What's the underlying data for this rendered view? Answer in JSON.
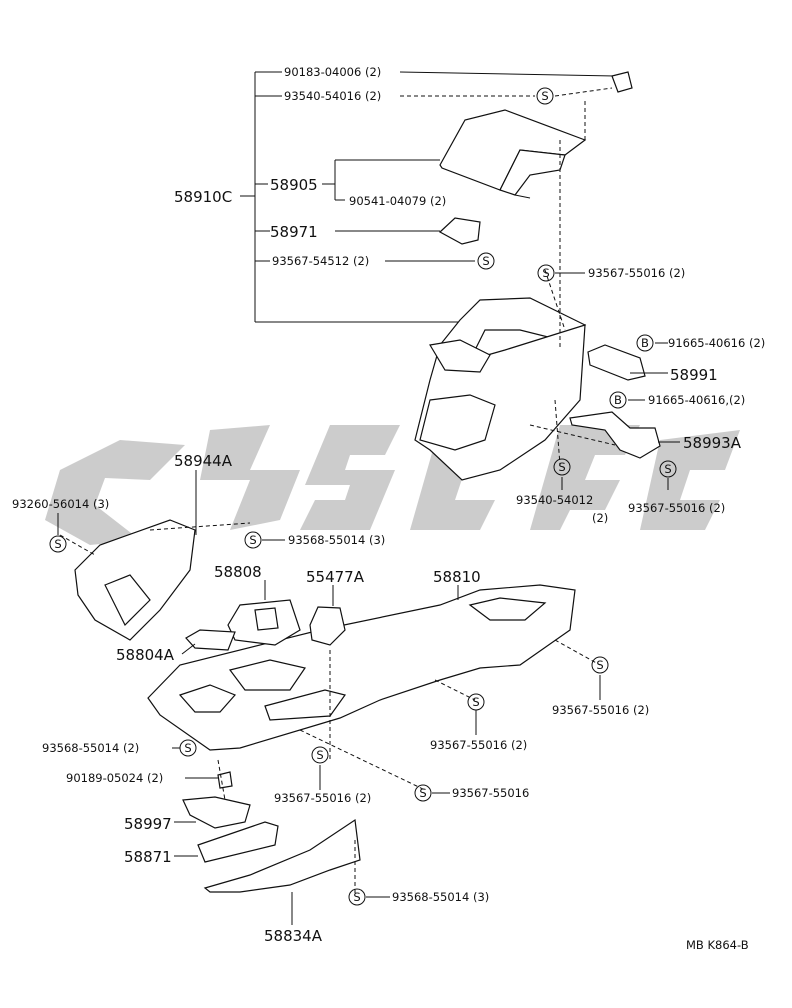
{
  "diagram": {
    "code": "MB  K864-B",
    "watermark_symbol": "stylized-logo-watermark",
    "labels": {
      "p58910C": "58910C",
      "p58905": "58905",
      "p58971": "58971",
      "p58991": "58991",
      "p58993A": "58993A",
      "p58944A": "58944A",
      "p58808": "58808",
      "p55477A": "55477A",
      "p58810": "58810",
      "p58804A": "58804A",
      "p58997": "58997",
      "p58871": "58871",
      "p58834A": "58834A",
      "b9018304006": "90183-04006 (2)",
      "b9354054016": "93540-54016 (2)",
      "b9054104079": "90541-04079 (2)",
      "b9356754512": "93567-54512 (2)",
      "b9356755016a": "93567-55016 (2)",
      "b9166540616a": "91665-40616 (2)",
      "b9166540616b": "91665-40616,(2)",
      "b9354054012": "93540-54012",
      "b9354054012q": "(2)",
      "b9356755016b": "93567-55016 (2)",
      "b9326056014": "93260-56014 (3)",
      "b9356855014a": "93568-55014 (3)",
      "b9356755016c": "93567-55016 (2)",
      "b9356755016d": "93567-55016 (2)",
      "b9356855014b": "93568-55014 (2)",
      "b9018905024": "90189-05024 (2)",
      "b9356755016e": "93567-55016 (2)",
      "b9356755016f": "93567-55016",
      "b9356855014c": "93568-55014 (3)"
    },
    "symbols": {
      "screw": "S",
      "bolt": "B"
    }
  }
}
